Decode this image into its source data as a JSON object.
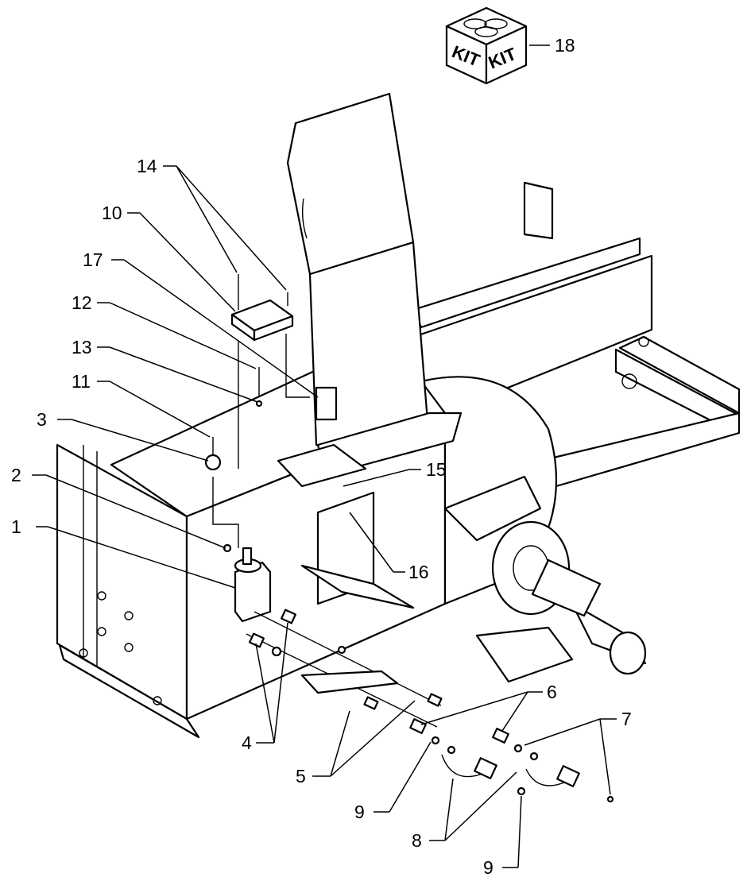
{
  "kit": {
    "label_left": "KIT",
    "label_right": "KIT"
  },
  "callouts": [
    {
      "id": "c1",
      "text": "1"
    },
    {
      "id": "c2",
      "text": "2"
    },
    {
      "id": "c3",
      "text": "3"
    },
    {
      "id": "c4",
      "text": "4"
    },
    {
      "id": "c5",
      "text": "5"
    },
    {
      "id": "c6",
      "text": "6"
    },
    {
      "id": "c7",
      "text": "7"
    },
    {
      "id": "c8",
      "text": "8"
    },
    {
      "id": "c9a",
      "text": "9"
    },
    {
      "id": "c9b",
      "text": "9"
    },
    {
      "id": "c10",
      "text": "10"
    },
    {
      "id": "c11",
      "text": "11"
    },
    {
      "id": "c12",
      "text": "12"
    },
    {
      "id": "c13",
      "text": "13"
    },
    {
      "id": "c14",
      "text": "14"
    },
    {
      "id": "c15",
      "text": "15"
    },
    {
      "id": "c16",
      "text": "16"
    },
    {
      "id": "c17",
      "text": "17"
    },
    {
      "id": "c18",
      "text": "18"
    }
  ]
}
